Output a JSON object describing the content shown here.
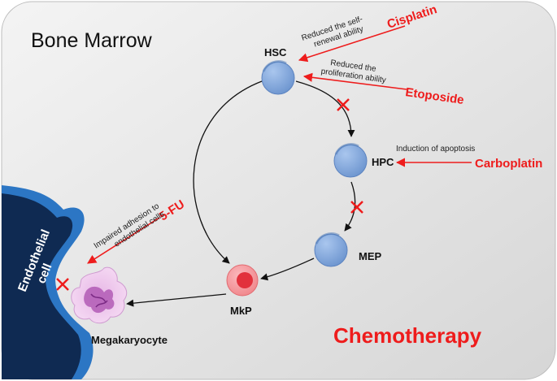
{
  "title": "Bone Marrow",
  "cells": {
    "hsc": "HSC",
    "hpc": "HPC",
    "mep": "MEP",
    "mkp": "MkP",
    "megakaryocyte": "Megakaryocyte",
    "endothelial_line1": "Endothelial",
    "endothelial_line2": "cell"
  },
  "drugs": {
    "cisplatin": "Cisplatin",
    "etoposide": "Etoposide",
    "carboplatin": "Carboplatin",
    "fu5": "5-FU"
  },
  "effects": {
    "cisplatin_line1": "Reduced the self-",
    "cisplatin_line2": "renewal ability",
    "etoposide_line1": "Reduced the",
    "etoposide_line2": "proliferation ability",
    "carboplatin": "Induction of apoptosis",
    "fu5_line1": "Impaired adhesion to",
    "fu5_line2": "endothelial cells"
  },
  "footer": "Chemotherapy",
  "colors": {
    "drug_red": "#ee1c1c",
    "cell_blue": "#7ea6dd",
    "endothelial_navy": "#0f2a52",
    "mkp_pink": "#f27a80",
    "megakaryocyte_purple": "#b25bb5"
  }
}
